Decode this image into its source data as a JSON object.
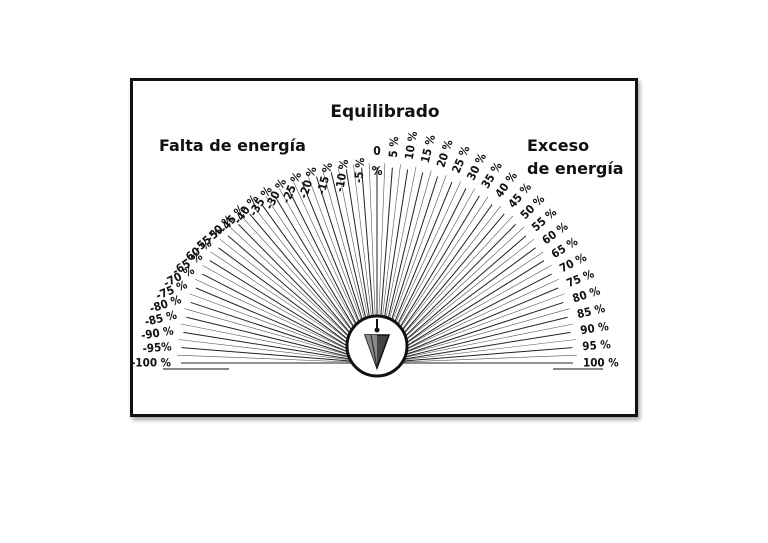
{
  "title_center": "Equilibrado",
  "title_left": "Falta de energía",
  "title_right_line1": "Exceso",
  "title_right_line2": "de energía",
  "left_labels": [
    "-100 %",
    "-95%",
    "-90 %",
    "-85 %",
    "-80 %",
    "-75 %",
    "-70 %",
    "-65 %",
    "-60 %",
    "-55 %",
    "-50 %",
    "-45 %",
    "-40 %",
    "-35 %",
    "-30 %",
    "-25 %",
    "-20 %",
    "-15 %",
    "-10 %",
    "-5 %"
  ],
  "center_label_top": "0",
  "center_label_bottom": "%",
  "right_labels": [
    "5 %",
    "10 %",
    "15 %",
    "20 %",
    "25 %",
    "30 %",
    "35 %",
    "40 %",
    "45 %",
    "50 %",
    "55 %",
    "60 %",
    "65 %",
    "70 %",
    "75 %",
    "80 %",
    "85 %",
    "90 %",
    "95 %",
    "100 %"
  ],
  "colors": {
    "ink": "#111111",
    "paper": "#ffffff"
  },
  "icon": "pendulum-icon"
}
